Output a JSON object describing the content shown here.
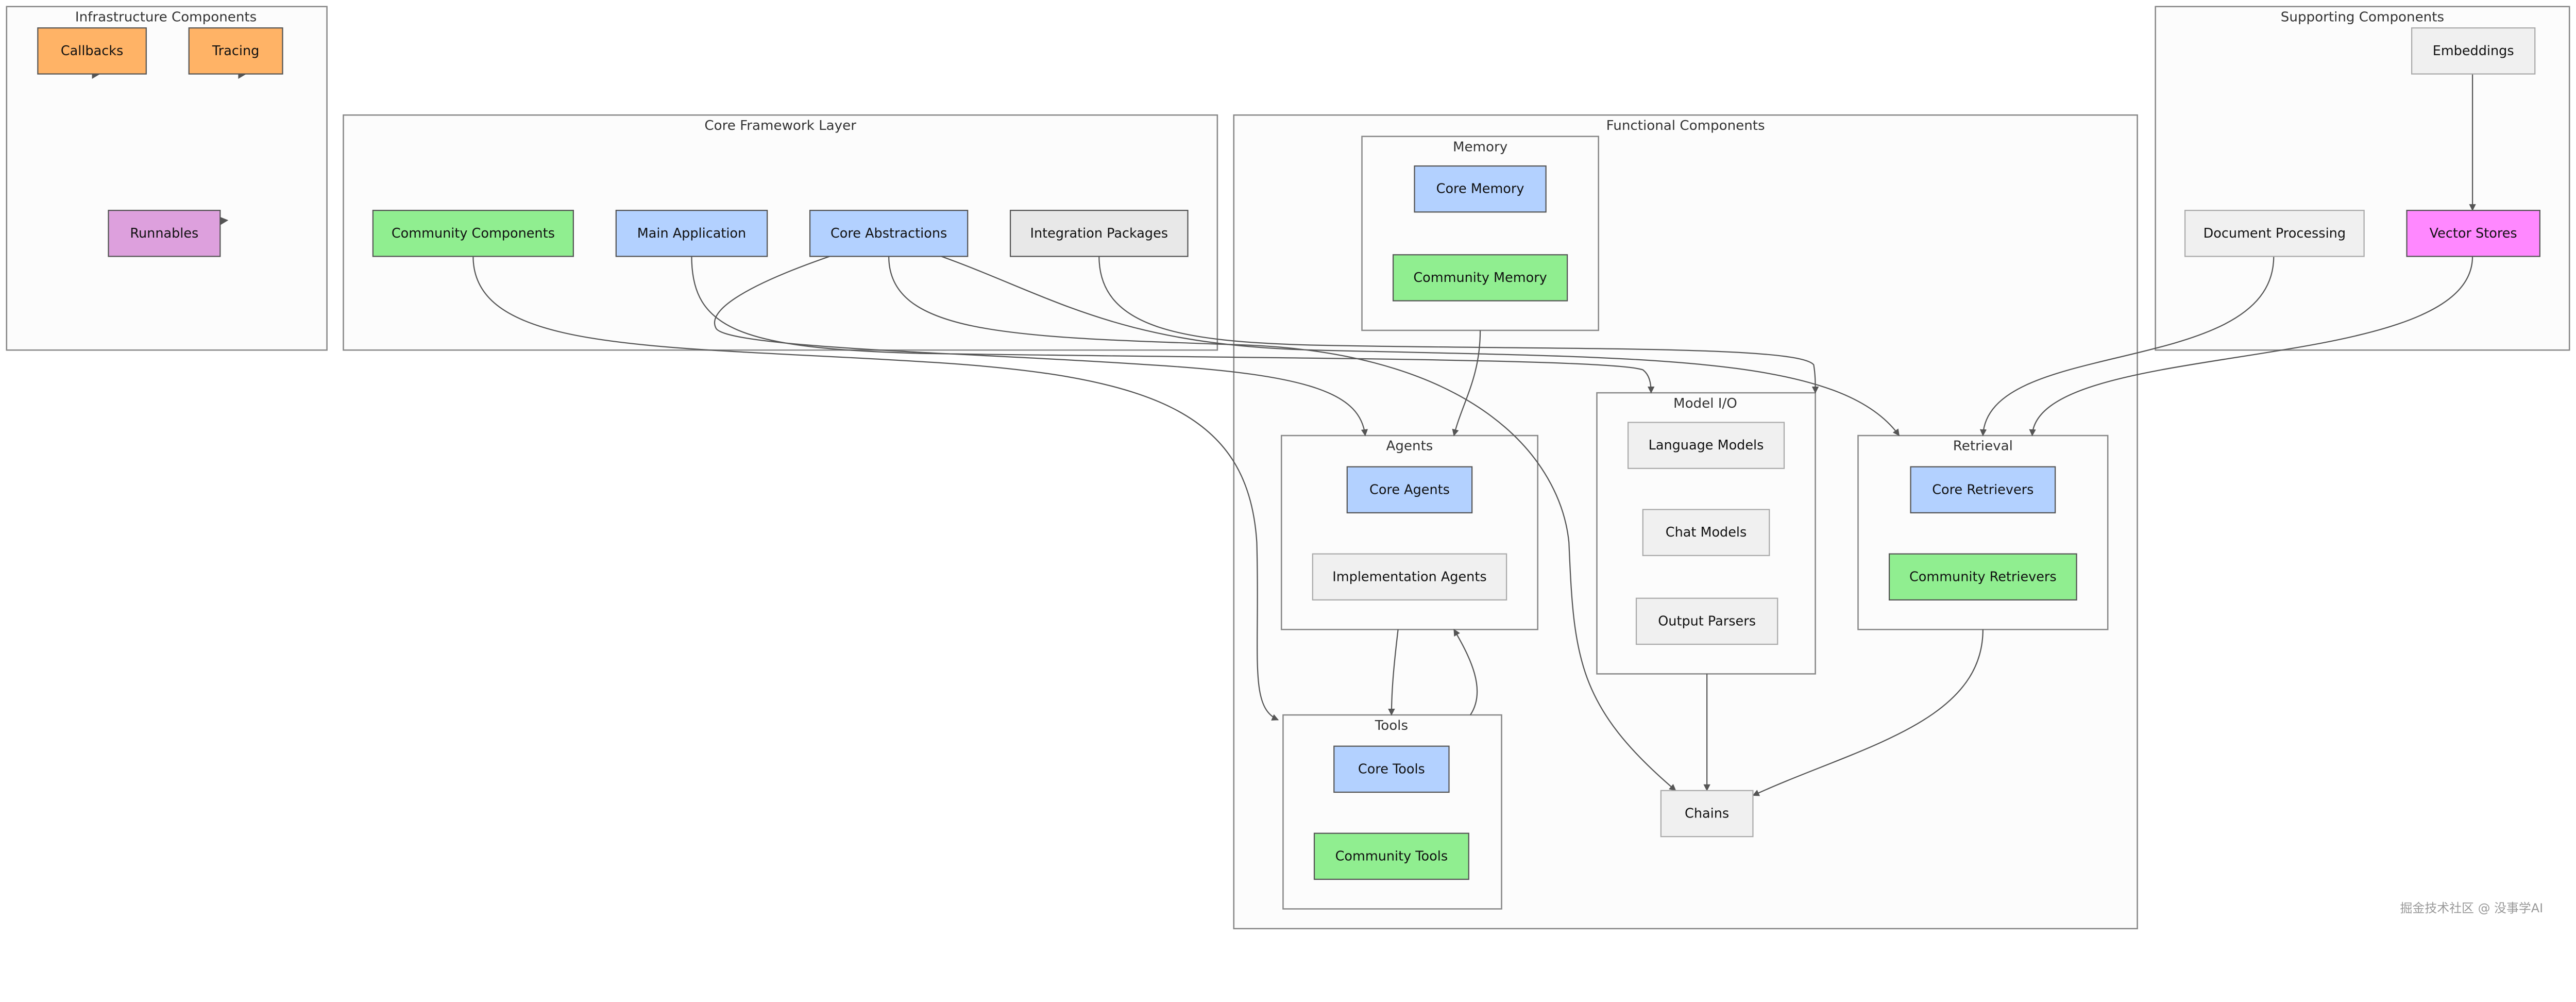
{
  "clusters": {
    "infrastructure": "Infrastructure Components",
    "core_framework": "Core Framework Layer",
    "functional": "Functional Components",
    "supporting": "Supporting Components",
    "memory": "Memory",
    "agents": "Agents",
    "model_io": "Model I/O",
    "retrieval": "Retrieval",
    "tools": "Tools"
  },
  "nodes": {
    "callbacks": "Callbacks",
    "tracing": "Tracing",
    "runnables": "Runnables",
    "community_components": "Community Components",
    "main_application": "Main Application",
    "core_abstractions": "Core Abstractions",
    "integration_packages": "Integration Packages",
    "core_memory": "Core Memory",
    "community_memory": "Community Memory",
    "core_agents": "Core Agents",
    "implementation_agents": "Implementation Agents",
    "language_models": "Language Models",
    "chat_models": "Chat Models",
    "output_parsers": "Output Parsers",
    "core_retrievers": "Core Retrievers",
    "community_retrievers": "Community Retrievers",
    "core_tools": "Core Tools",
    "community_tools": "Community Tools",
    "chains": "Chains",
    "embeddings": "Embeddings",
    "document_processing": "Document Processing",
    "vector_stores": "Vector Stores"
  },
  "colors": {
    "orange": "#ffb366",
    "purple": "#dda0dd",
    "green": "#90ee90",
    "blue": "#b3d1ff",
    "gray": "#e8e8e8",
    "light_gray": "#f0f0f0",
    "magenta": "#ff88ff"
  },
  "watermark": "掘金技术社区 @ 没事学AI"
}
